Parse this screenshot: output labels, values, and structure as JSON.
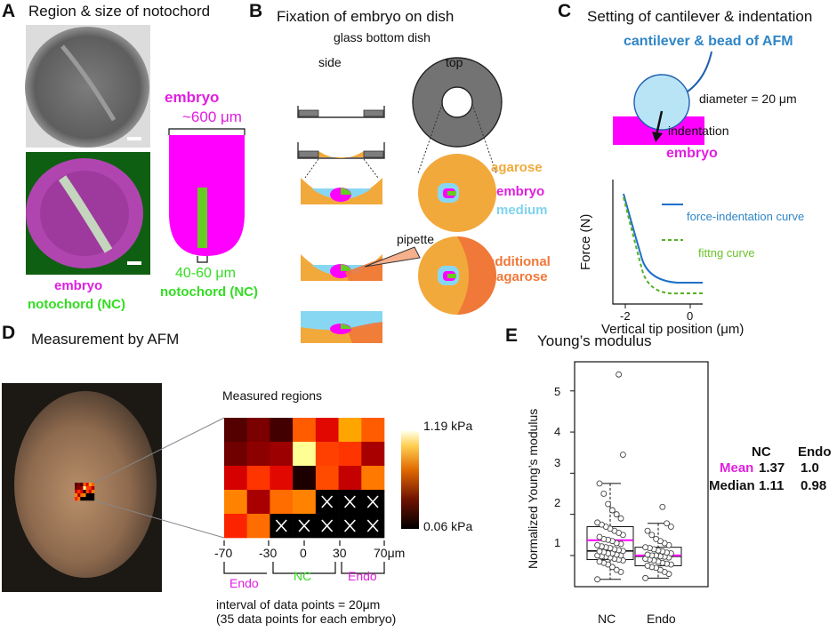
{
  "panels": {
    "A": {
      "letter": "A",
      "title": "Region & size of notochord",
      "embryo": "embryo",
      "embryo_size": "~600 μm",
      "nc_width": "40-60 μm",
      "notochord": "notochord (NC)",
      "legend_embryo": "embryo",
      "legend_notochord": "notochord (NC)"
    },
    "B": {
      "letter": "B",
      "title": "Fixation of embryo on dish",
      "dish": "glass bottom dish",
      "side": "side",
      "top": "top",
      "agarose": "agarose",
      "embryo": "embryo",
      "medium": "medium",
      "pipette": "pipette",
      "additional": "additional",
      "additional_agarose": "agarose"
    },
    "C": {
      "letter": "C",
      "title": "Setting of cantilever & indentation",
      "cantilever": "cantilever & bead of AFM",
      "diameter": "diameter = 20 μm",
      "indentation": "indentation",
      "embryo": "embryo",
      "legend_force": "force-indentation curve",
      "legend_fit": "fittng curve",
      "ylabel": "Force (N)",
      "xlabel": "Vertical tip position (μm)",
      "xtick_left": "-2",
      "xtick_right": "0"
    },
    "D": {
      "letter": "D",
      "title": "Measurement by AFM",
      "measured_regions": "Measured regions",
      "scale_max": "1.19 kPa",
      "scale_min": "0.06 kPa",
      "xticks": [
        "-70",
        "-30",
        "0",
        "30",
        "70μm"
      ],
      "region_endo_left": "Endo",
      "region_nc": "NC",
      "region_endo_right": "Endo",
      "note_line1": "interval of data points = 20μm",
      "note_line2": "(35 data points for each embryo)"
    },
    "E": {
      "letter": "E",
      "title": "Young’s modulus",
      "ylabel": "Normalized Young’s modulus",
      "yticks": [
        "1",
        "2",
        "3",
        "4",
        "5"
      ],
      "categories": [
        "NC",
        "Endo"
      ],
      "table_header_nc": "NC",
      "table_header_endo": "Endo",
      "row_mean_label": "Mean",
      "row_mean_nc": "1.37",
      "row_mean_endo": "1.0",
      "row_median_label": "Median",
      "row_median_nc": "1.11",
      "row_median_endo": "0.98"
    }
  },
  "heatmap": {
    "rows": [
      [
        0.15,
        0.22,
        0.12,
        0.55,
        0.4,
        0.68,
        0.55
      ],
      [
        0.2,
        0.25,
        0.28,
        0.95,
        0.5,
        0.48,
        0.3
      ],
      [
        0.38,
        0.48,
        0.4,
        0.05,
        0.52,
        0.35,
        0.6
      ],
      [
        0.62,
        0.3,
        0.58,
        0.62,
        null,
        null,
        null
      ],
      [
        0.45,
        0.58,
        null,
        null,
        null,
        null,
        null
      ]
    ],
    "crossed_cells": 8
  },
  "chart_data": {
    "type": "box",
    "categories": [
      "NC",
      "Endo"
    ],
    "ylabel": "Normalized Young’s modulus",
    "yticks": [
      1,
      2,
      3,
      4,
      5
    ],
    "ylim": [
      0.35,
      5.6
    ],
    "series": [
      {
        "name": "NC",
        "whisker_low": 0.42,
        "q1": 0.9,
        "median": 1.11,
        "mean": 1.37,
        "q3": 1.7,
        "whisker_high": 2.75,
        "points": [
          0.42,
          0.6,
          0.65,
          0.72,
          0.78,
          0.82,
          0.85,
          0.88,
          0.9,
          0.92,
          0.95,
          0.97,
          0.98,
          1.0,
          1.0,
          1.02,
          1.05,
          1.05,
          1.08,
          1.1,
          1.11,
          1.13,
          1.15,
          1.18,
          1.2,
          1.22,
          1.25,
          1.28,
          1.3,
          1.35,
          1.38,
          1.4,
          1.45,
          1.5,
          1.55,
          1.6,
          1.65,
          1.7,
          1.75,
          1.8,
          1.9,
          2.0,
          2.1,
          2.25,
          2.5,
          2.75,
          3.45,
          5.4
        ]
      },
      {
        "name": "Endo",
        "whisker_low": 0.45,
        "q1": 0.75,
        "median": 0.98,
        "mean": 1.0,
        "q3": 1.2,
        "whisker_high": 1.78,
        "points": [
          0.45,
          0.55,
          0.6,
          0.65,
          0.7,
          0.72,
          0.75,
          0.78,
          0.8,
          0.82,
          0.85,
          0.88,
          0.9,
          0.92,
          0.95,
          0.97,
          0.98,
          1.0,
          1.0,
          1.02,
          1.05,
          1.07,
          1.1,
          1.12,
          1.15,
          1.18,
          1.2,
          1.25,
          1.3,
          1.35,
          1.4,
          1.5,
          1.6,
          1.7,
          1.78,
          2.18
        ]
      }
    ]
  }
}
